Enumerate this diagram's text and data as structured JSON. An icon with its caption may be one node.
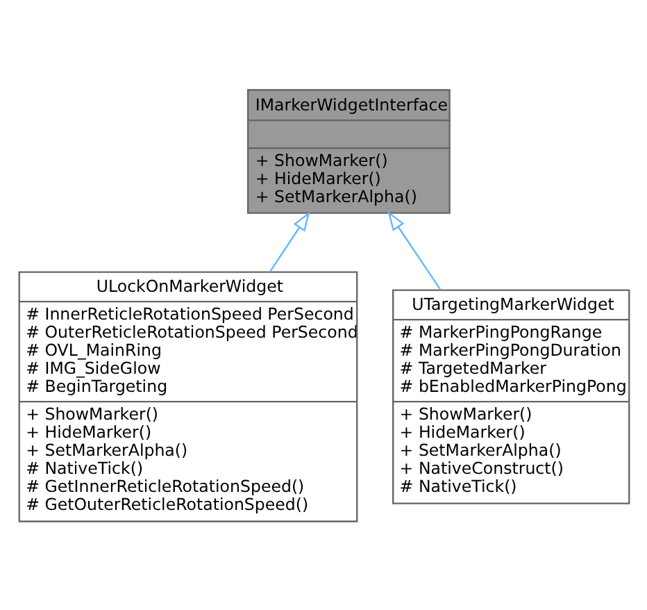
{
  "diagram": {
    "nodes": [
      {
        "text": [
          "IMarkerWidgetInterface",
          "+ ShowMarker()",
          "+ HideMarker()",
          "+ SetMarkerAlpha()"
        ]
      },
      {
        "text": [
          "ULockOnMarkerWidget",
          "# InnerReticleRotationSpeed PerSecond",
          "# OuterReticleRotationSpeed PerSecond",
          "# OVL_MainRing",
          "# IMG_SideGlow",
          "# BeginTargeting",
          "+ ShowMarker()",
          "+ HideMarker()",
          "+ SetMarkerAlpha()",
          "# NativeTick()",
          "# GetInnerReticleRotationSpeed()",
          "# GetOuterReticleRotationSpeed()"
        ]
      },
      {
        "text": [
          "UTargetingMarkerWidget",
          "# MarkerPingPongRange",
          "# MarkerPingPongDuration",
          "# TargetedMarker",
          "# bEnabledMarkerPingPong",
          "+ ShowMarker()",
          "+ HideMarker()",
          "+ SetMarkerAlpha()",
          "+ NativeConstruct()",
          "# NativeTick()"
        ]
      }
    ],
    "edges": [
      {
        "from": 1,
        "to": 0,
        "arrow": "to"
      },
      {
        "from": 2,
        "to": 0,
        "arrow": "to"
      }
    ]
  }
}
